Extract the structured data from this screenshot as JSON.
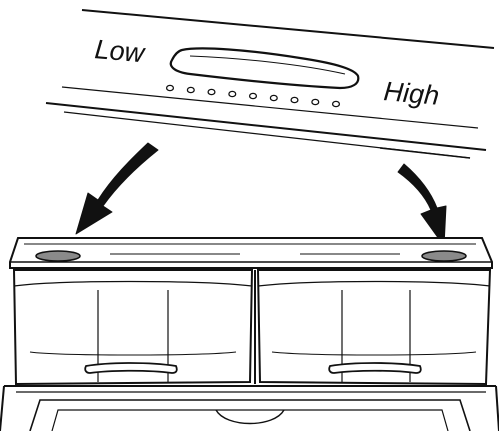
{
  "slider_panel": {
    "low_label": "Low",
    "high_label": "High",
    "setting_dot_count": 9
  },
  "colors": {
    "line": "#111111",
    "vent_fill": "#8a8a8a",
    "background": "#ffffff"
  },
  "icons": {
    "left_arrow": "curved-arrow-down-left-icon",
    "right_arrow": "curved-arrow-down-right-icon"
  }
}
